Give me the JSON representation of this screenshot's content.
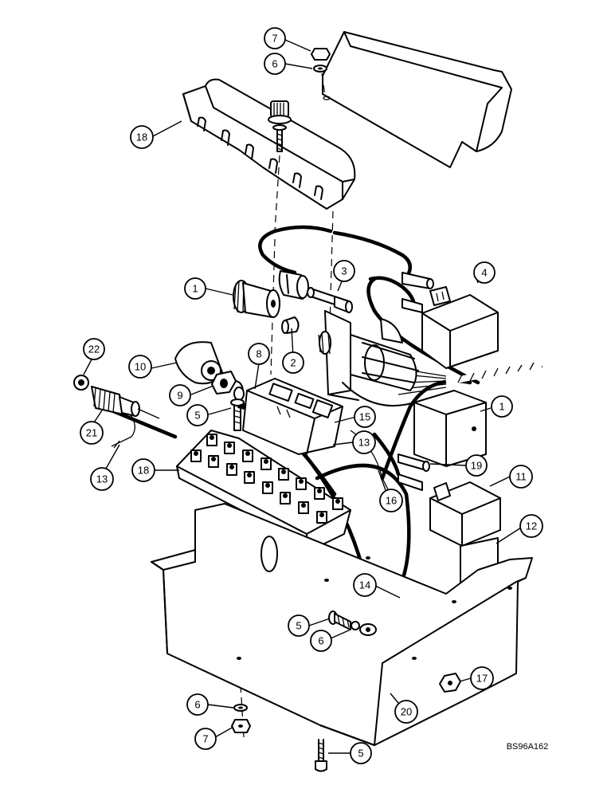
{
  "callouts": [
    {
      "id": "c7a",
      "label": "7"
    },
    {
      "id": "c6a",
      "label": "6"
    },
    {
      "id": "c18a",
      "label": "18"
    },
    {
      "id": "c3",
      "label": "3"
    },
    {
      "id": "c4",
      "label": "4"
    },
    {
      "id": "c1a",
      "label": "1"
    },
    {
      "id": "c2",
      "label": "2"
    },
    {
      "id": "c22",
      "label": "22"
    },
    {
      "id": "c10",
      "label": "10"
    },
    {
      "id": "c8",
      "label": "8"
    },
    {
      "id": "c9",
      "label": "9"
    },
    {
      "id": "c5a",
      "label": "5"
    },
    {
      "id": "c21",
      "label": "21"
    },
    {
      "id": "c15",
      "label": "15"
    },
    {
      "id": "c13a",
      "label": "13"
    },
    {
      "id": "c1b",
      "label": "1"
    },
    {
      "id": "c19",
      "label": "19"
    },
    {
      "id": "c13b",
      "label": "13"
    },
    {
      "id": "c18b",
      "label": "18"
    },
    {
      "id": "c11",
      "label": "11"
    },
    {
      "id": "c16",
      "label": "16"
    },
    {
      "id": "c12",
      "label": "12"
    },
    {
      "id": "c14",
      "label": "14"
    },
    {
      "id": "c5b",
      "label": "5"
    },
    {
      "id": "c6b",
      "label": "6"
    },
    {
      "id": "c17",
      "label": "17"
    },
    {
      "id": "c6c",
      "label": "6"
    },
    {
      "id": "c20",
      "label": "20"
    },
    {
      "id": "c7b",
      "label": "7"
    },
    {
      "id": "c5c",
      "label": "5"
    }
  ],
  "drawing_reference": "BS96A162"
}
